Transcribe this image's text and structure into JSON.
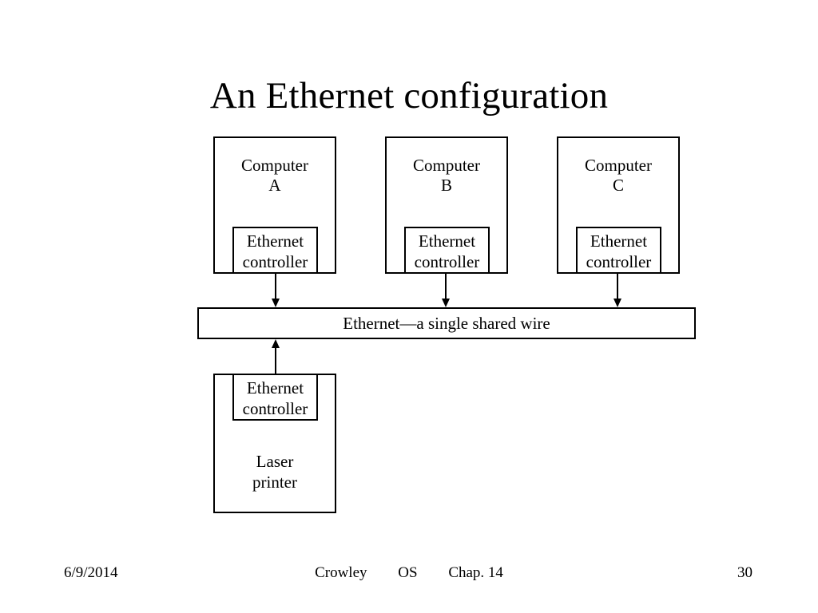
{
  "slide": {
    "title": "An Ethernet configuration"
  },
  "diagram": {
    "computers": [
      {
        "name_line1": "Computer",
        "name_line2": "A",
        "controller_line1": "Ethernet",
        "controller_line2": "controller"
      },
      {
        "name_line1": "Computer",
        "name_line2": "B",
        "controller_line1": "Ethernet",
        "controller_line2": "controller"
      },
      {
        "name_line1": "Computer",
        "name_line2": "C",
        "controller_line1": "Ethernet",
        "controller_line2": "controller"
      }
    ],
    "wire": {
      "label": "Ethernet—a single shared wire"
    },
    "printer": {
      "controller_line1": "Ethernet",
      "controller_line2": "controller",
      "name_line1": "Laser",
      "name_line2": "printer"
    }
  },
  "footer": {
    "date": "6/9/2014",
    "author": "Crowley",
    "course": "OS",
    "chapter": "Chap. 14",
    "page_number": "30"
  },
  "colors": {
    "background": "#ffffff",
    "stroke": "#000000",
    "text": "#000000"
  }
}
